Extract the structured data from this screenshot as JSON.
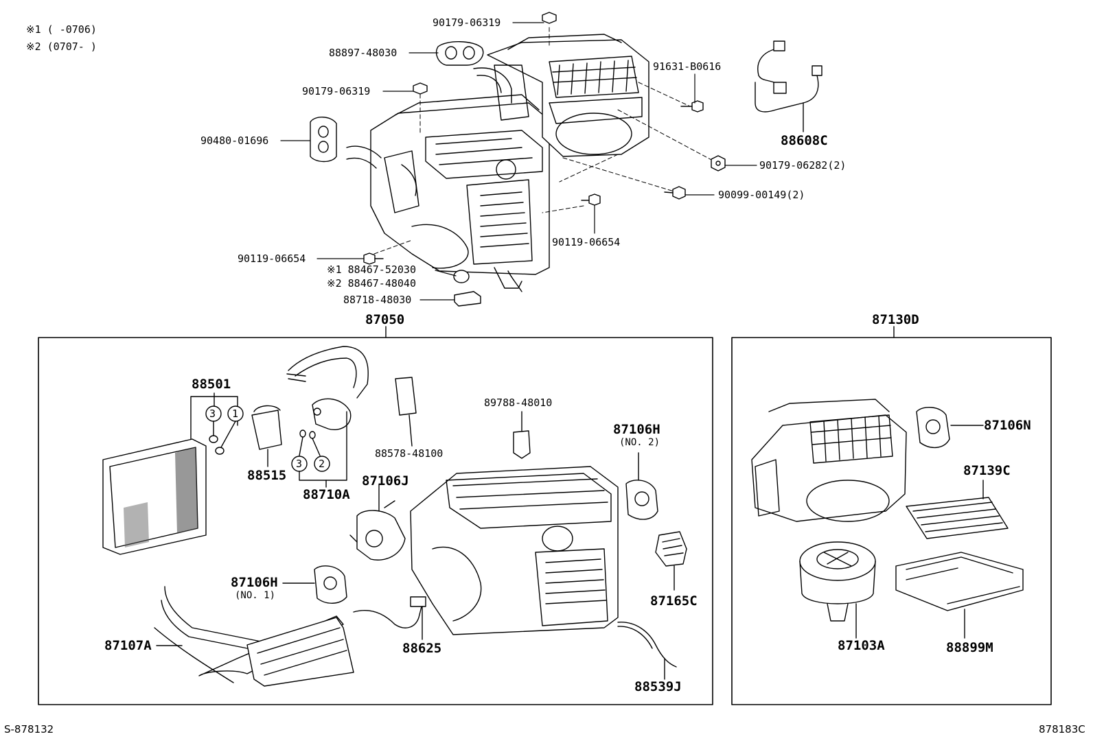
{
  "notes": {
    "note1": "※1 (    -0706)",
    "note2": "※2 (0707-    )"
  },
  "top_parts": {
    "p1": "90179-06319",
    "p2": "88897-48030",
    "p3": "90179-06319",
    "p4": "90480-01696",
    "p5": "91631-B0616",
    "p6": "88608C",
    "p7": "90179-06282(2)",
    "p8": "90099-00149(2)",
    "p9": "90119-06654",
    "p10": "90119-06654",
    "p11": "※1 88467-52030",
    "p12": "※2 88467-48040",
    "p13": "88718-48030"
  },
  "left_box": {
    "title": "87050",
    "parts": {
      "a": "88501",
      "b": "88515",
      "c": "88710A",
      "d": "88578-48100",
      "e": "89788-48010",
      "f": "87106H",
      "f_sub": "(NO. 2)",
      "g": "87106J",
      "h": "87106H",
      "h_sub": "(NO. 1)",
      "i": "87107A",
      "j": "88625",
      "k": "87165C",
      "l": "88539J"
    },
    "circles": {
      "c1": "3",
      "c2": "1",
      "c3": "3",
      "c4": "2"
    }
  },
  "right_box": {
    "title": "87130D",
    "parts": {
      "a": "87106N",
      "b": "87139C",
      "c": "87103A",
      "d": "88899M"
    }
  },
  "footer": {
    "left": "S-878132",
    "right": "878183C"
  }
}
